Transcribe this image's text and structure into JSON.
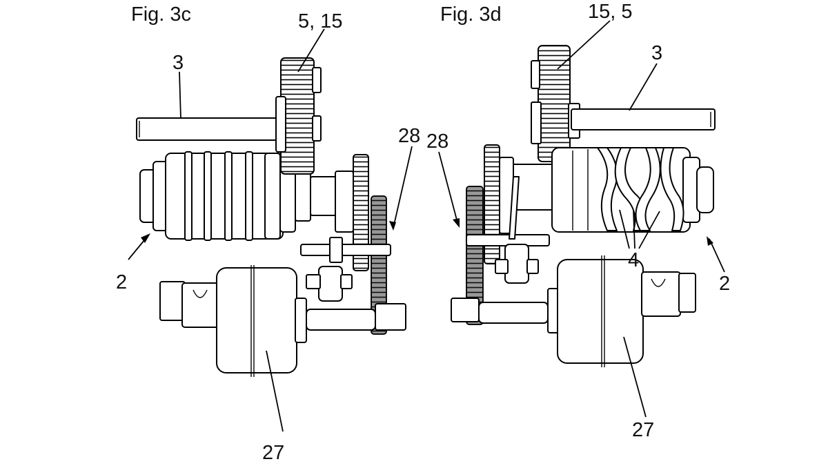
{
  "figures": [
    {
      "title": "Fig. 3c",
      "labels": {
        "gear": "5, 15",
        "shaft": "3",
        "actuator": "28",
        "drum": "2",
        "motor": "27"
      }
    },
    {
      "title": "Fig. 3d",
      "labels": {
        "gear": "15, 5",
        "shaft": "3",
        "actuator": "28",
        "drum": "2",
        "motor": "27",
        "grooves": "4"
      }
    }
  ],
  "colors": {
    "line": "#000000",
    "background": "#ffffff",
    "dark_gear": "#1a1a1a"
  }
}
